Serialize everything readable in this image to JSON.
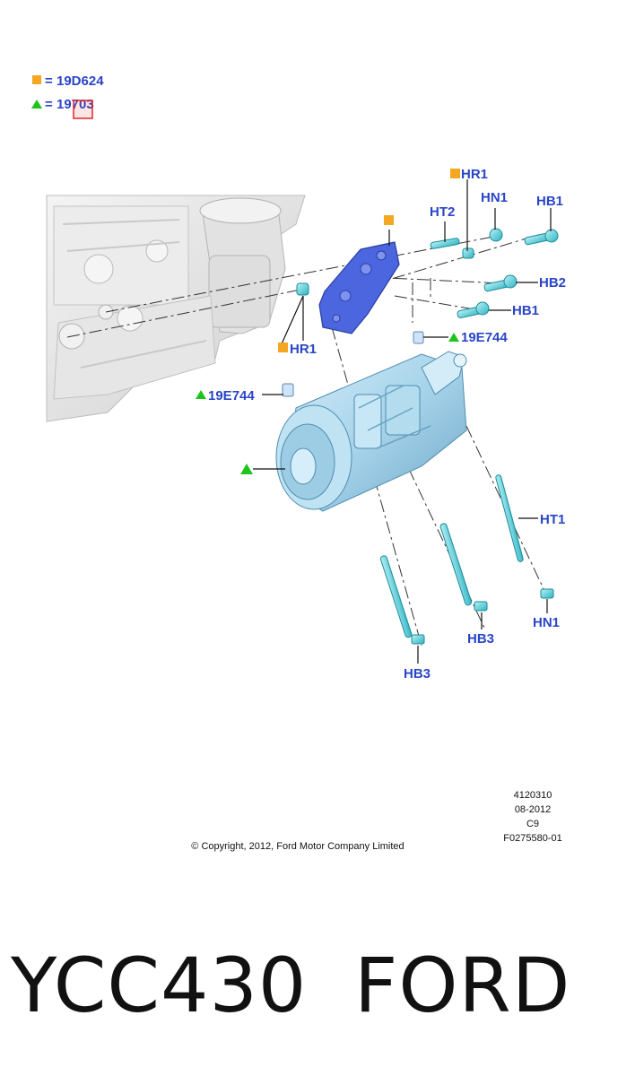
{
  "legend": {
    "items": [
      {
        "symbol": "square",
        "color": "#f5a623",
        "eq": "=",
        "part": "19D624"
      },
      {
        "symbol": "triangle",
        "color": "#1fc31f",
        "eq": "=",
        "part": "19703"
      }
    ],
    "selection_color": "#e0262b"
  },
  "callouts": {
    "hr1_top": "HR1",
    "hn1_top": "HN1",
    "ht2": "HT2",
    "hb1_top": "HB1",
    "hb2": "HB2",
    "hb1_mid": "HB1",
    "hr1_left": "HR1",
    "e744_right": "19E744",
    "e744_left": "19E744",
    "ht1": "HT1",
    "hn1_bottom": "HN1",
    "hb3_mid": "HB3",
    "hb3_left": "HB3"
  },
  "meta": {
    "doc_number": "4120310",
    "date": "08-2012",
    "revision": "C9",
    "figure_id": "F0275580-01",
    "copyright": "© Copyright, 2012, Ford Motor Company Limited"
  },
  "title": {
    "code": "YCC430",
    "brand": "FORD"
  },
  "colors": {
    "label_blue": "#2a45c8",
    "part_cyan": "#6fd7e0",
    "bracket_blue": "#4a66e0",
    "compressor_blue": "#a9d7ee",
    "engine_gray": "#e9e9e9"
  }
}
